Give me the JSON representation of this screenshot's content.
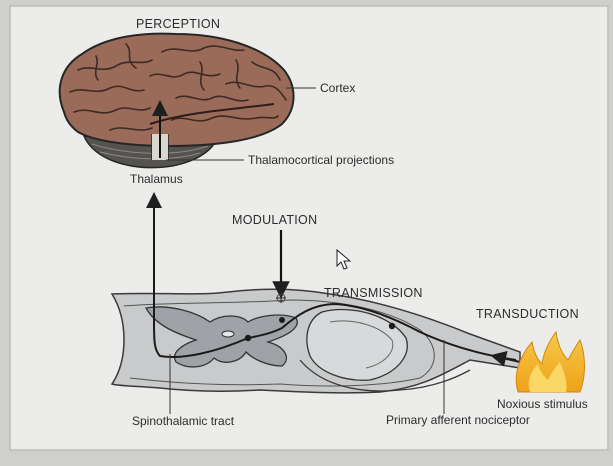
{
  "diagram": {
    "headings": {
      "perception": "PERCEPTION",
      "modulation": "MODULATION",
      "transmission": "TRANSMISSION",
      "transduction": "TRANSDUCTION"
    },
    "labels": {
      "cortex": "Cortex",
      "thalamocortical": "Thalamocortical projections",
      "thalamus": "Thalamus",
      "spinothalamic": "Spinothalamic tract",
      "primary_afferent": "Primary afferent nociceptor",
      "noxious_stimulus": "Noxious stimulus"
    },
    "icons": {
      "brain": "brain-illustration",
      "spinal_cord": "spinal-cord-cross-section",
      "flame": "flame-icon",
      "cursor": "mouse-cursor-icon"
    },
    "colors": {
      "brain": "#9b6b5a",
      "spinal_cord_tissue": "#c6c8c9",
      "grey_matter": "#9fa3a8",
      "flame": "#f2b21c"
    }
  }
}
